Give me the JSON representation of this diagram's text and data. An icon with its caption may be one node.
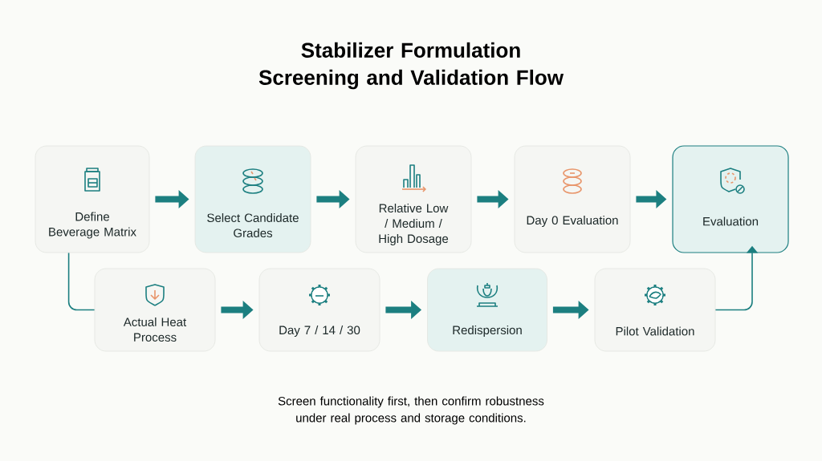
{
  "diagram": {
    "title": "Stabilizer Formulation Screening and Validation Flow",
    "caption": "Screen functionality first, then confirm robustness under real process and storage conditions.",
    "nodes": [
      {
        "text": [
          "Define Beverage Matrix"
        ]
      },
      {
        "text": [
          "Select Candidate Grades"
        ]
      },
      {
        "text": [
          "Relative Low / Medium / High Dosage"
        ]
      },
      {
        "text": [
          "Day 0 Evaluation"
        ]
      },
      {
        "text": [
          "Evaluation"
        ]
      },
      {
        "text": [
          "Actual Heat Process"
        ]
      },
      {
        "text": [
          "Day 7 / 14 / 30"
        ]
      },
      {
        "text": [
          "Redispersion"
        ]
      },
      {
        "text": [
          "Pilot Validation"
        ]
      }
    ],
    "edges": [
      {
        "from": 0,
        "to": 1,
        "arrow": "to"
      },
      {
        "from": 1,
        "to": 2,
        "arrow": "to"
      },
      {
        "from": 2,
        "to": 3,
        "arrow": "to"
      },
      {
        "from": 3,
        "to": 4,
        "arrow": "to"
      },
      {
        "from": 0,
        "to": 5,
        "arrow": "none"
      },
      {
        "from": 5,
        "to": 6,
        "arrow": "to"
      },
      {
        "from": 6,
        "to": 7,
        "arrow": "to"
      },
      {
        "from": 7,
        "to": 8,
        "arrow": "to"
      },
      {
        "from": 8,
        "to": 4,
        "arrow": "to"
      }
    ]
  }
}
